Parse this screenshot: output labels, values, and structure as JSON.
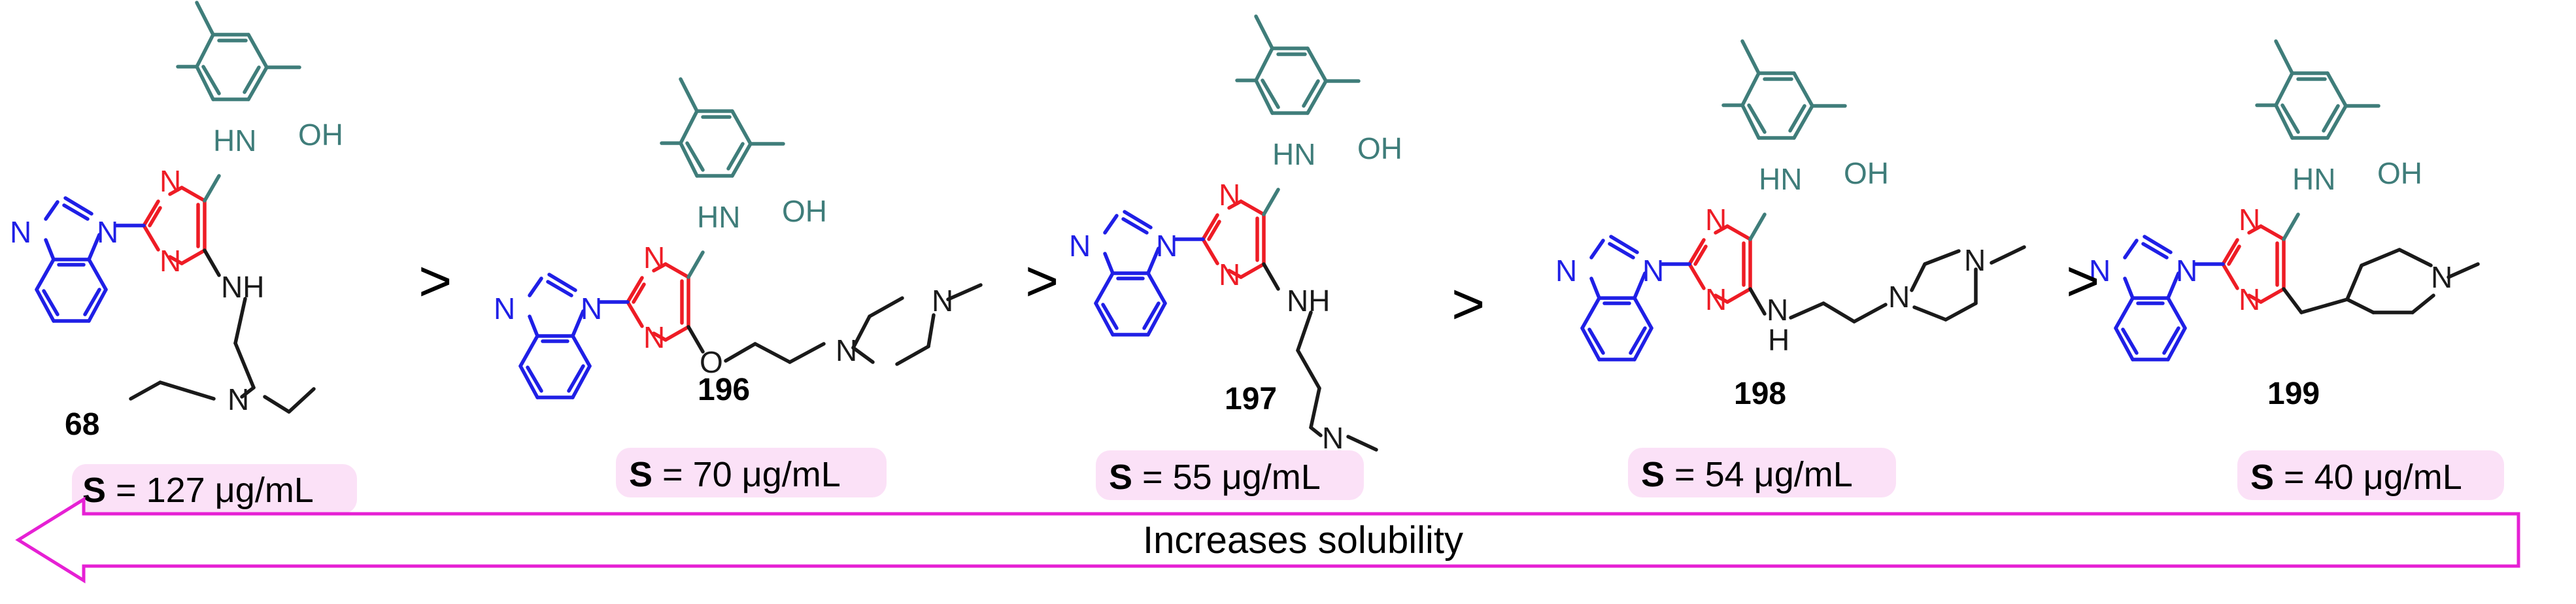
{
  "colors": {
    "teal": "#3f7d7a",
    "red": "#ee1c25",
    "blue": "#1f1fe6",
    "black": "#1a1a1a",
    "solubility_box": "#fbe1f7",
    "arrow": "#e620d4"
  },
  "atoms": {
    "hn": "HN",
    "oh": "OH",
    "n": "N",
    "nh": "NH",
    "h": "H",
    "o": "O"
  },
  "compounds": [
    {
      "id": "68",
      "solubility_prefix": "S",
      "solubility_value": " = 127 μg/mL"
    },
    {
      "id": "196",
      "solubility_prefix": "S",
      "solubility_value": " = 70 μg/mL"
    },
    {
      "id": "197",
      "solubility_prefix": "S",
      "solubility_value": " = 55 μg/mL"
    },
    {
      "id": "198",
      "solubility_prefix": "S",
      "solubility_value": " = 54 μg/mL"
    },
    {
      "id": "199",
      "solubility_prefix": "S",
      "solubility_value": " = 40 μg/mL"
    }
  ],
  "comparators": [
    ">",
    ">",
    ">",
    ">"
  ],
  "arrow": {
    "label": "Increases solubility"
  }
}
